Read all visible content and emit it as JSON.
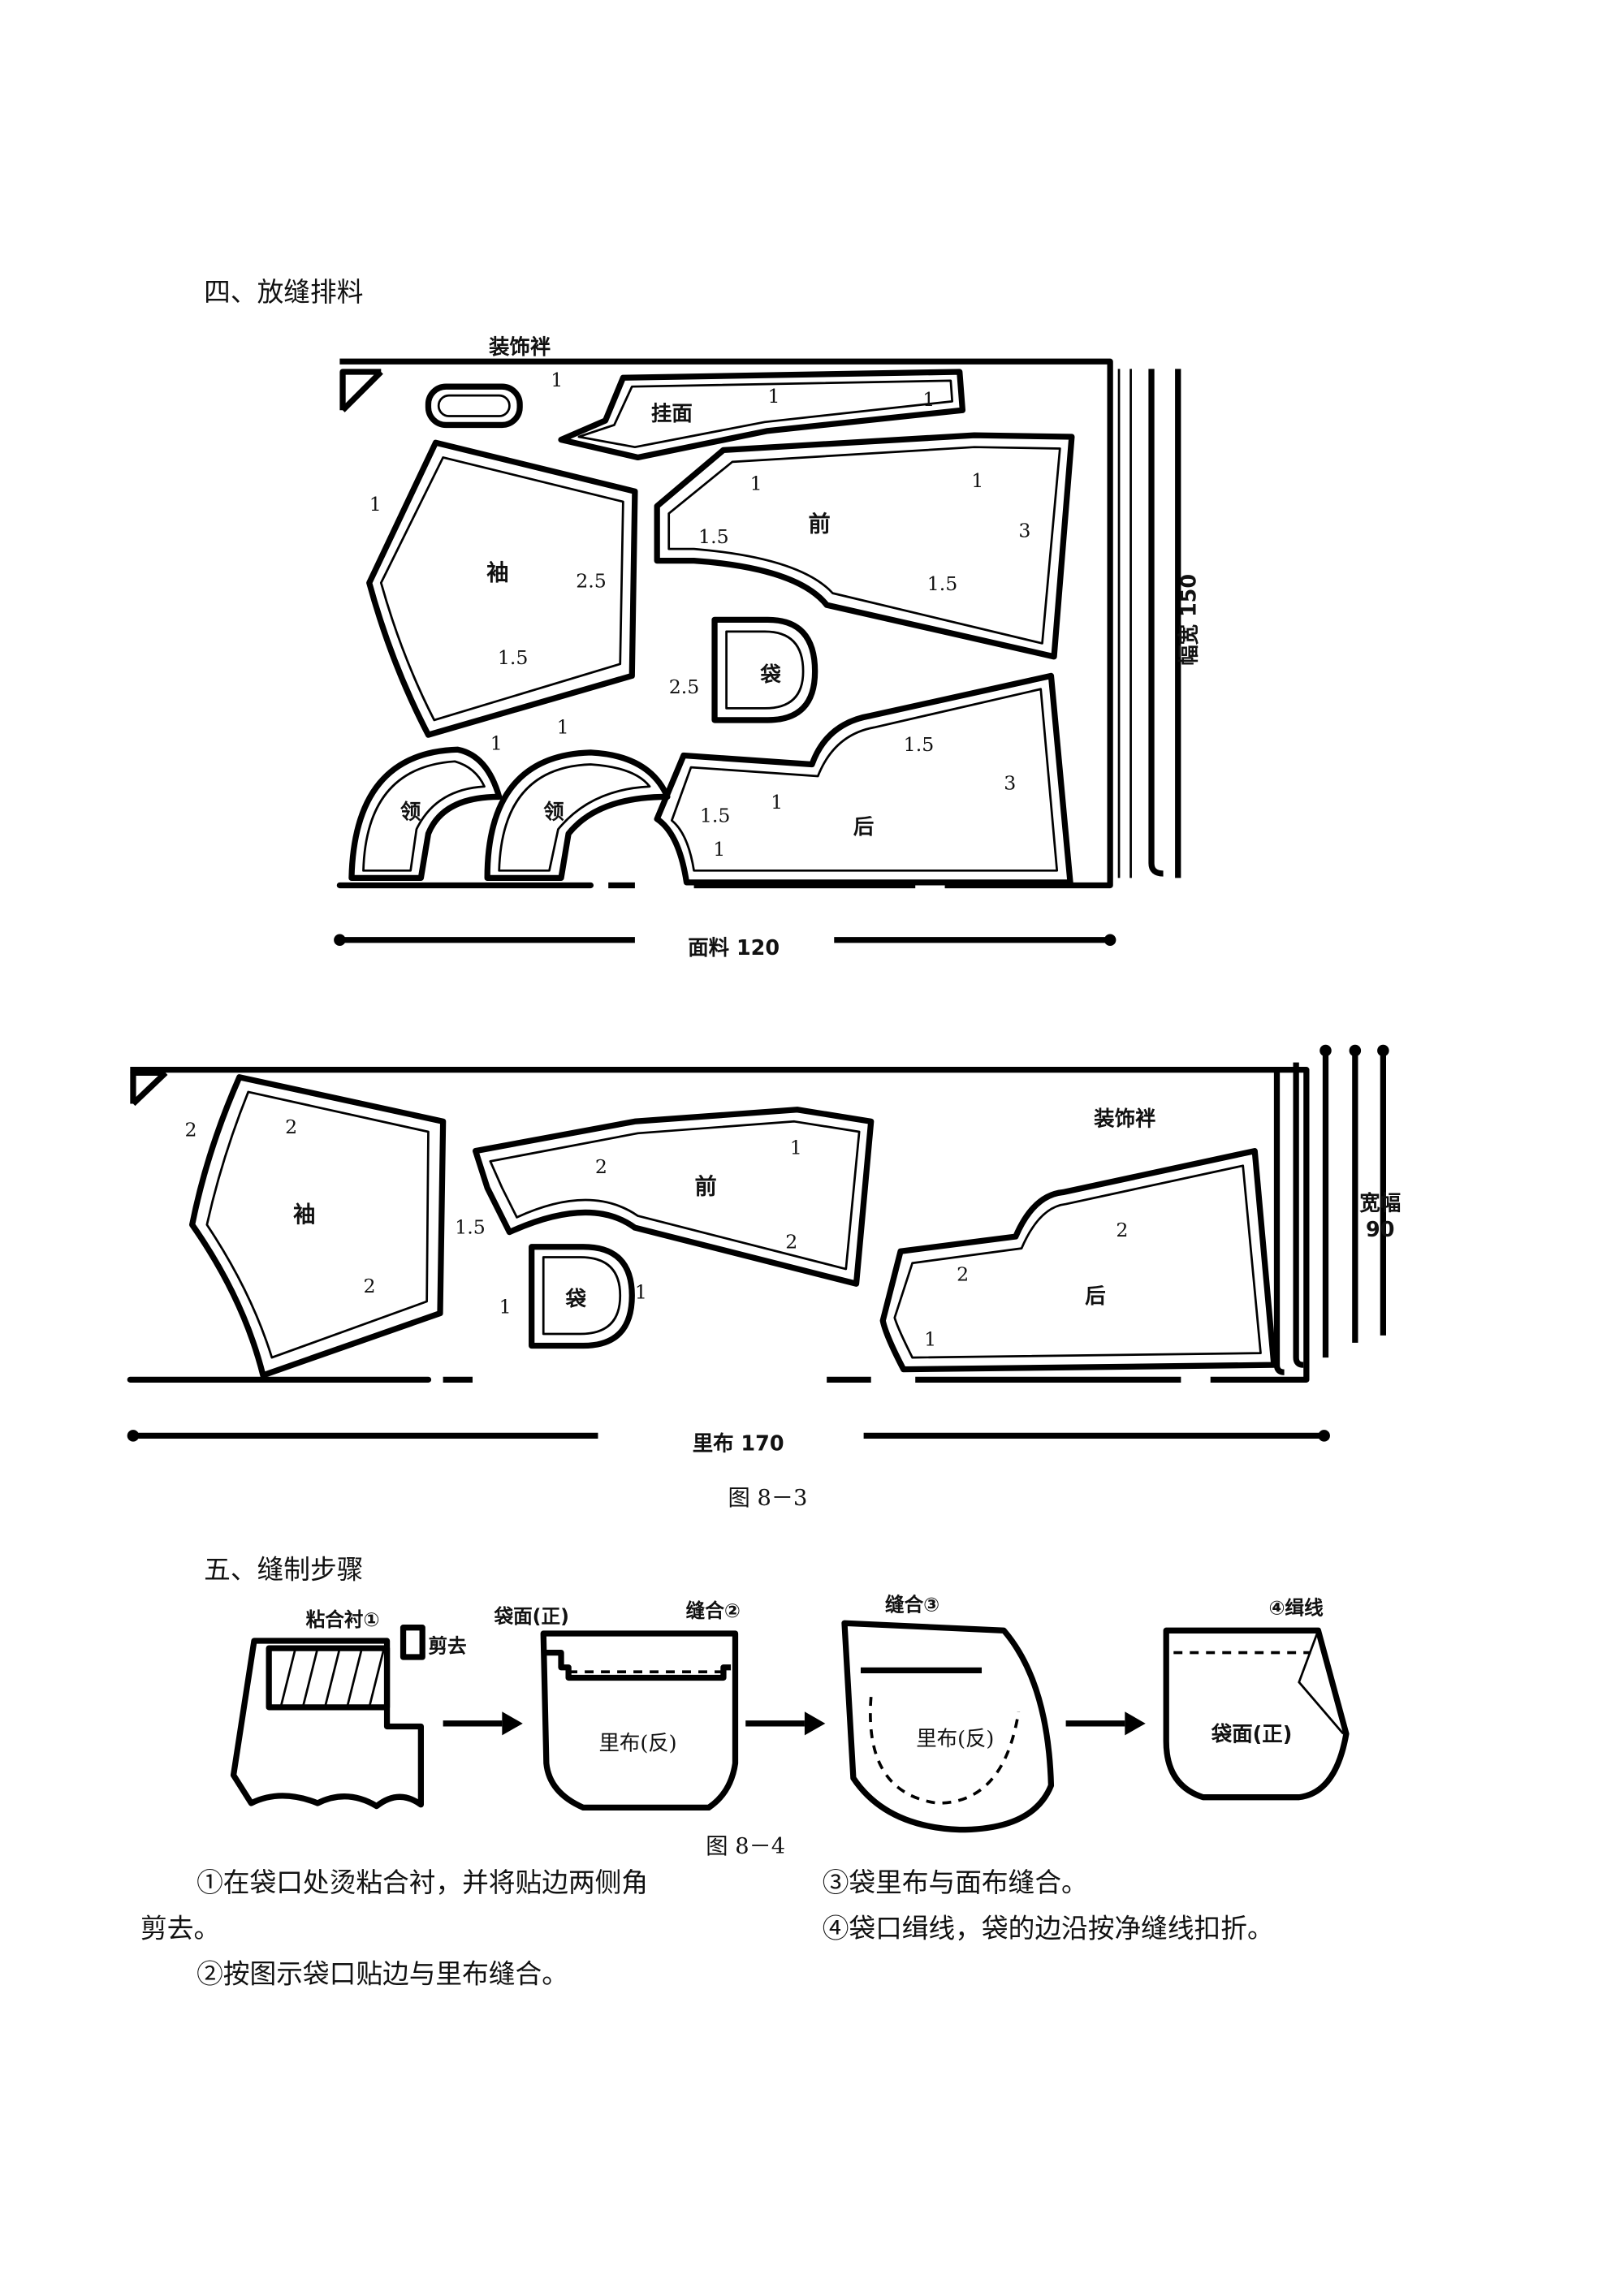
{
  "section4": {
    "heading": "四、放缝排料"
  },
  "layout1": {
    "pieces": {
      "loop": "装饰袢",
      "facing": "挂面",
      "sleeve": "袖",
      "front": "前",
      "pocket": "袋",
      "collar1": "领",
      "collar2": "领",
      "back": "后"
    },
    "seams": [
      "1",
      "1",
      "1",
      "1",
      "1",
      "3",
      "1.5",
      "1.5",
      "1",
      "2.5",
      "1.5",
      "2.5",
      "1",
      "1",
      "1.5",
      "1",
      "1.5",
      "3",
      "1"
    ],
    "width_label": "幅宽 150",
    "length_label": "面料 120"
  },
  "layout2": {
    "pieces": {
      "sleeve": "袖",
      "front": "前",
      "pocket": "袋",
      "loop": "装饰袢",
      "back": "后"
    },
    "seams": [
      "2",
      "2",
      "2",
      "1.5",
      "2",
      "1",
      "2",
      "1",
      "1",
      "2",
      "2",
      "1"
    ],
    "width_label_top": "宽幅",
    "width_label_bottom": "90",
    "length_label": "里布 170"
  },
  "figure83": "图 8－3",
  "section5": {
    "heading": "五、缝制步骤"
  },
  "steps_figure": {
    "labels": [
      "粘合衬①",
      "剪去",
      "袋面(正)",
      "缝合②",
      "里布(反)",
      "缝合③",
      "里布(反)",
      "④缉线",
      "袋面(正)"
    ]
  },
  "figure84": "图 8－4",
  "instructions": [
    "①在袋口处烫粘合衬，并将贴边两侧角",
    "剪去。",
    "②按图示袋口贴边与里布缝合。",
    "③袋里布与面布缝合。",
    "④袋口缉线，袋的边沿按净缝线扣折。"
  ]
}
